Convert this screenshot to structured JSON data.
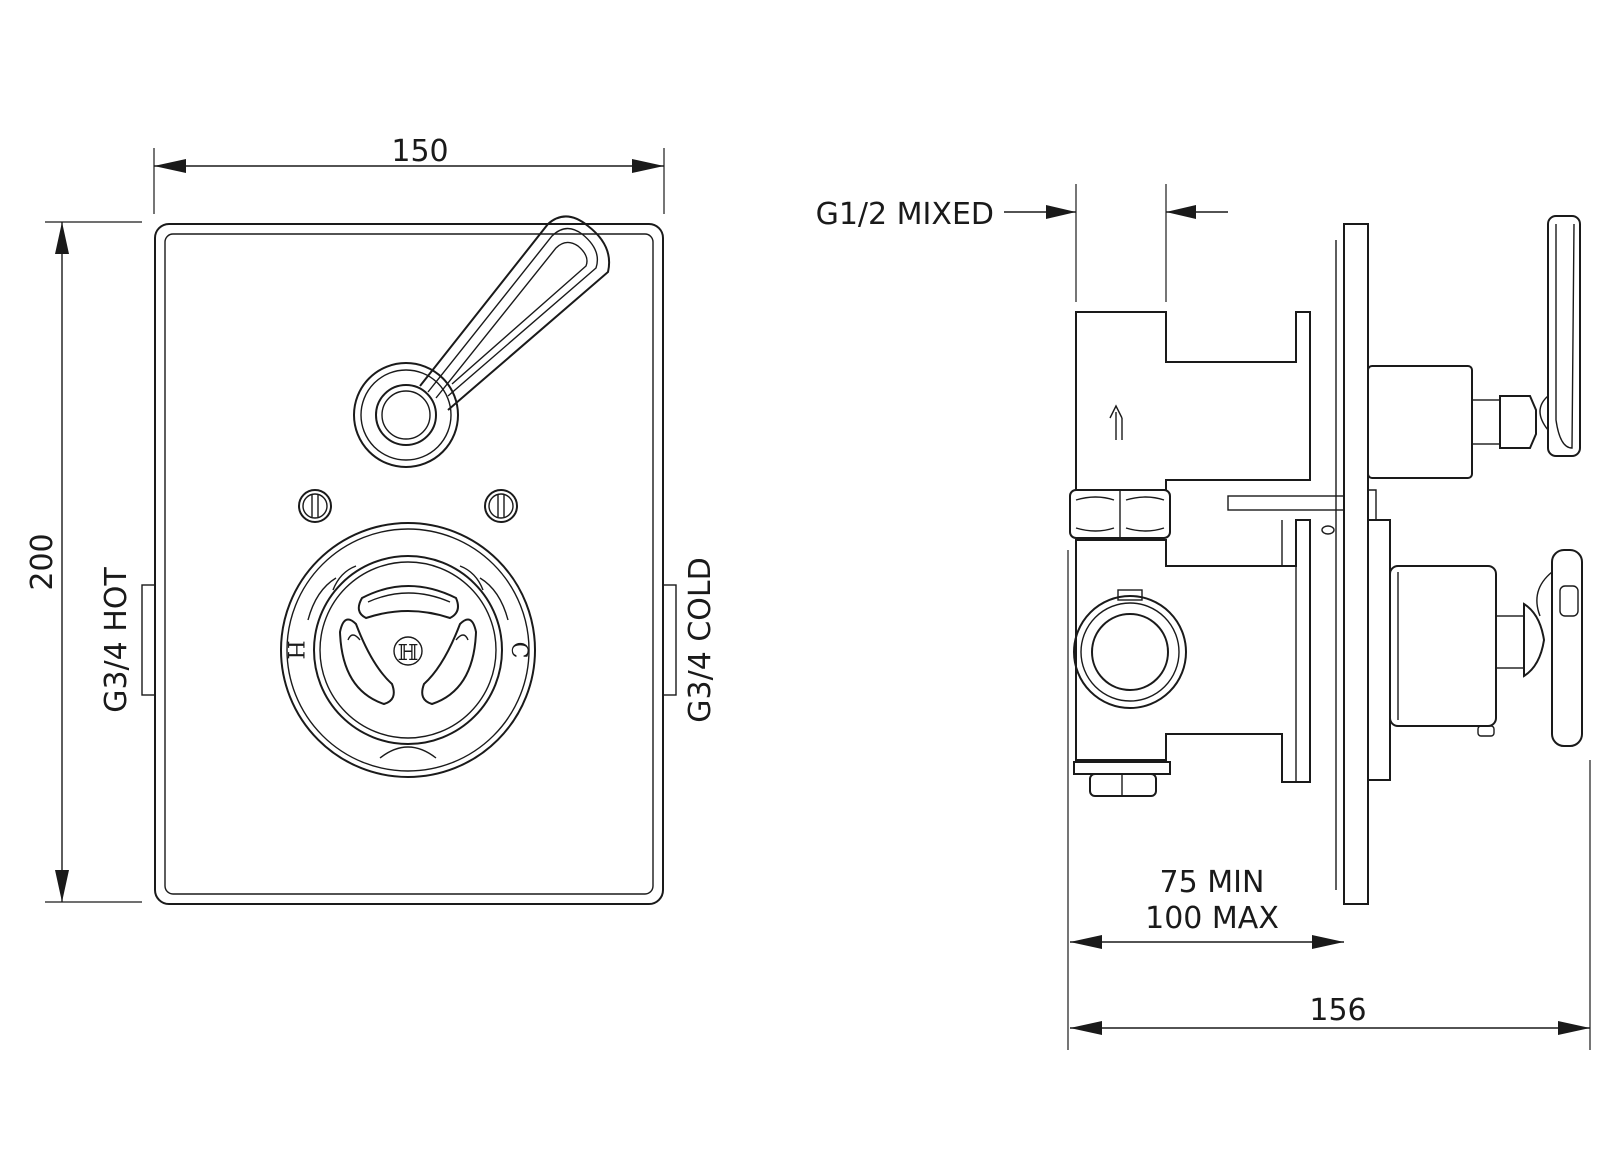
{
  "dimensions": {
    "front_width": "150",
    "front_height": "200",
    "side_depth": "156",
    "wall_min": "75 MIN",
    "wall_max": "100 MAX"
  },
  "labels": {
    "hot_inlet": "G3/4 HOT",
    "cold_inlet": "G3/4 COLD",
    "mixed_outlet": "G1/2 MIXED",
    "hot_mark": "H",
    "cold_mark": "C"
  }
}
